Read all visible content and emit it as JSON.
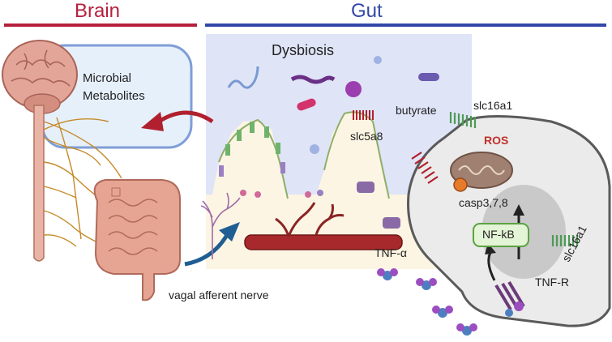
{
  "headers": {
    "brain": "Brain",
    "gut": "Gut"
  },
  "labels": {
    "microbial_metabolites": "Microbial Metabolites",
    "dysbiosis": "Dysbiosis",
    "butyrate": "butyrate",
    "slc16a1_top": "slc16a1",
    "slc5a8": "slc5a8",
    "ros": "ROS",
    "casp": "casp3,7,8",
    "nfkb": "NF-kB",
    "slc16a1_right": "slc16a1",
    "tnf_alpha": "TNF-α",
    "tnf_r": "TNF-R",
    "vagal": "vagal afferent nerve"
  },
  "colors": {
    "brain_accent": "#b5203e",
    "gut_accent": "#3347a8",
    "metabolite_box_fill": "#e6f0fb",
    "metabolite_box_stroke": "#7f9ed6",
    "lumen_fill": "#dfe4f7",
    "tissue_fill": "#fcf5e3",
    "cell_fill": "#ebebeb",
    "cell_stroke": "#5a5a5a",
    "nucleus_fill": "#c9c9c9",
    "ros_text": "#c0302b",
    "arrow_red": "#b0202e",
    "arrow_blue": "#1f5e92",
    "nfkb_fill": "#e4f4d6",
    "nfkb_stroke": "#5aa342",
    "vessel_fill": "#a8292b",
    "nerve_color": "#c58a2a"
  }
}
